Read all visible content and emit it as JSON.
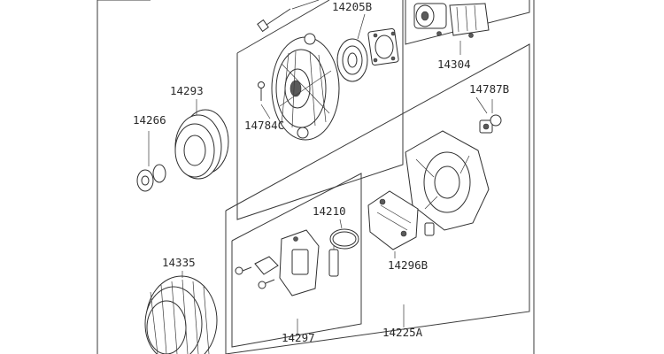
{
  "diagram": {
    "callouts": [
      {
        "id": "c14205B",
        "label": "14205B"
      },
      {
        "id": "c14304",
        "label": "14304"
      },
      {
        "id": "c14293",
        "label": "14293"
      },
      {
        "id": "c14787B",
        "label": "14787B"
      },
      {
        "id": "c14266",
        "label": "14266"
      },
      {
        "id": "c14784C",
        "label": "14784C"
      },
      {
        "id": "c14210",
        "label": "14210"
      },
      {
        "id": "c14335",
        "label": "14335"
      },
      {
        "id": "c14296B",
        "label": "14296B"
      },
      {
        "id": "c14297",
        "label": "14297"
      },
      {
        "id": "c14225A",
        "label": "14225A"
      }
    ]
  }
}
